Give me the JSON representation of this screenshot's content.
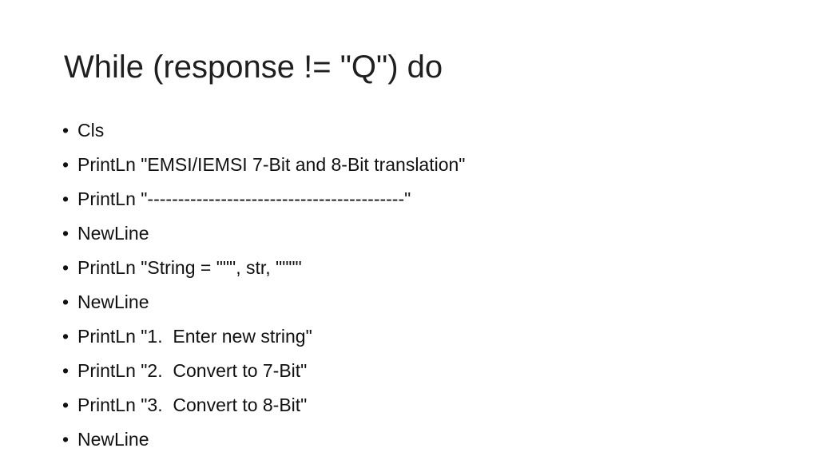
{
  "slide": {
    "title": "While (response != \"Q\") do",
    "bullet_symbol": "•",
    "items": [
      "Cls",
      "PrintLn \"EMSI/IEMSI 7-Bit and 8-Bit translation\"",
      "PrintLn \"------------------------------------------\"",
      "NewLine",
      "PrintLn \"String = \"\"\", str, \"\"\"\"",
      "NewLine",
      "PrintLn \"1.  Enter new string\"",
      "PrintLn \"2.  Convert to 7-Bit\"",
      "PrintLn \"3.  Convert to 8-Bit\"",
      "NewLine"
    ]
  }
}
